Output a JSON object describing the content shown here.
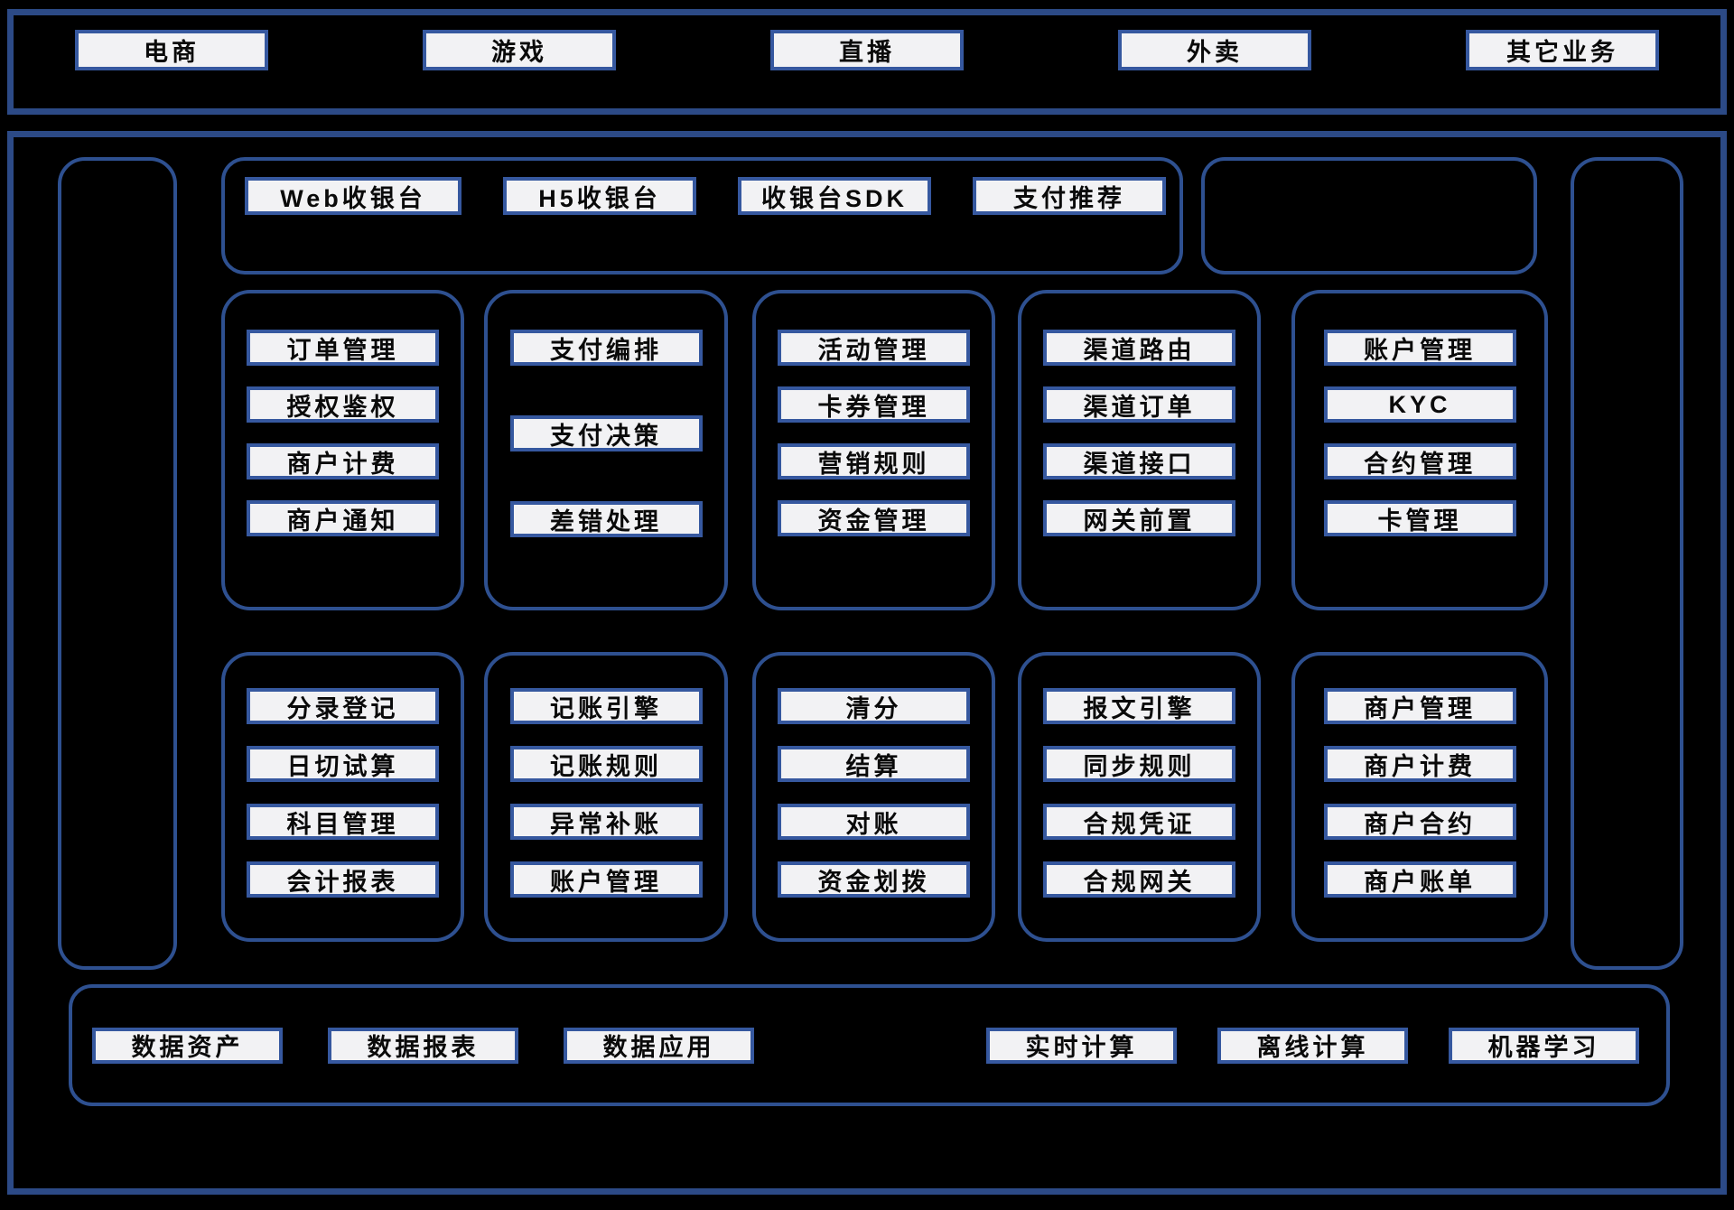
{
  "colors": {
    "background": "#000000",
    "outer_border": "#2c4a86",
    "panel_border": "#2e5090",
    "chip_border": "#36589f",
    "chip_fill": "#f2f2f4",
    "text": "#0a0a0a"
  },
  "business_layer": {
    "items": [
      "电商",
      "游戏",
      "直播",
      "外卖",
      "其它业务"
    ]
  },
  "access_layer": {
    "items": [
      "Web收银台",
      "H5收银台",
      "收银台SDK",
      "支付推荐"
    ]
  },
  "row1": {
    "col1": {
      "items": [
        "订单管理",
        "授权鉴权",
        "商户计费",
        "商户通知"
      ]
    },
    "col2": {
      "items": [
        "支付编排",
        "支付决策",
        "差错处理"
      ]
    },
    "col3": {
      "items": [
        "活动管理",
        "卡券管理",
        "营销规则",
        "资金管理"
      ]
    },
    "col4": {
      "items": [
        "渠道路由",
        "渠道订单",
        "渠道接口",
        "网关前置"
      ]
    },
    "col5": {
      "items": [
        "账户管理",
        "KYC",
        "合约管理",
        "卡管理"
      ]
    }
  },
  "row2": {
    "col1": {
      "items": [
        "分录登记",
        "日切试算",
        "科目管理",
        "会计报表"
      ]
    },
    "col2": {
      "items": [
        "记账引擎",
        "记账规则",
        "异常补账",
        "账户管理"
      ]
    },
    "col3": {
      "items": [
        "清分",
        "结算",
        "对账",
        "资金划拨"
      ]
    },
    "col4": {
      "items": [
        "报文引擎",
        "同步规则",
        "合规凭证",
        "合规网关"
      ]
    },
    "col5": {
      "items": [
        "商户管理",
        "商户计费",
        "商户合约",
        "商户账单"
      ]
    }
  },
  "data_layer": {
    "left_items": [
      "数据资产",
      "数据报表",
      "数据应用"
    ],
    "right_items": [
      "实时计算",
      "离线计算",
      "机器学习"
    ]
  }
}
